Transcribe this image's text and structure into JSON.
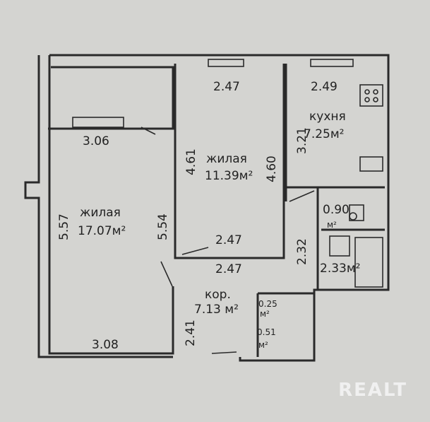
{
  "rooms": {
    "living_large": {
      "name": "жилая",
      "area": "17.07м²",
      "dim_top": "3.06",
      "dim_left": "5.57",
      "dim_right": "5.54",
      "dim_bottom": "3.08"
    },
    "living_small": {
      "name": "жилая",
      "area": "11.39м²",
      "dim_top": "2.47",
      "dim_left": "4.61",
      "dim_right": "4.60",
      "dim_bottom": "2.47"
    },
    "kitchen": {
      "name": "кухня",
      "area": "7.25м²",
      "dim_top": "2.49",
      "dim_left": "3.21"
    },
    "toilet": {
      "area": "0.90",
      "unit": "м²"
    },
    "bathroom": {
      "area": "2.33м²",
      "dim_left": "2.32"
    },
    "corridor": {
      "name": "кор.",
      "area": "7.13 м²",
      "dim_top": "2.47",
      "dim_left": "2.41"
    },
    "closet1": {
      "area": "0.25",
      "unit": "м²"
    },
    "closet2": {
      "area": "0.51",
      "unit": "м²"
    }
  },
  "watermark": "REALT"
}
